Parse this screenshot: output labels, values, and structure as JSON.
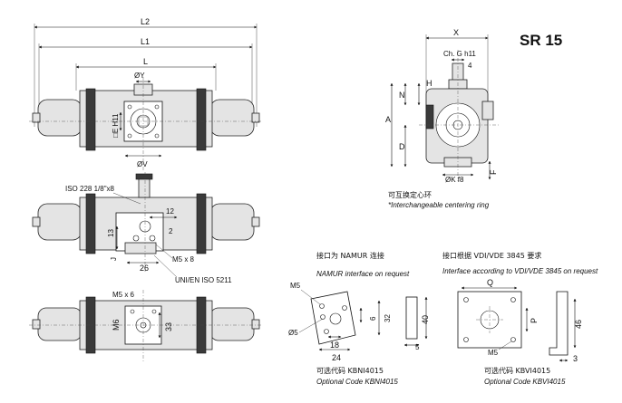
{
  "title": "SR 15",
  "dims": {
    "L2": "L2",
    "L1": "L1",
    "L": "L",
    "OY": "ØY",
    "E_H11": "□E H11",
    "OV": "ØV",
    "iso228": "ISO 228 1/8\"x8",
    "d12": "12",
    "d2": "2",
    "d13": "13",
    "J": "J",
    "d26": "26",
    "M5x8": "M5 x 8",
    "uni_en": "UNI/EN ISO 5211",
    "M5x6": "M5 x 6",
    "M6": "M6",
    "d33": "33",
    "X": "X",
    "ChG": "Ch. G h11",
    "d4": "4",
    "N": "N",
    "H": "H",
    "A": "A",
    "D": "D",
    "OK_f8": "ØK f8",
    "F": "F"
  },
  "centering": {
    "cn": "可互换定心环",
    "en": "*Interchangeable centering ring"
  },
  "namur": {
    "cn": "接口为 NAMUR 连接",
    "en": "NAMUR interface on request",
    "M5": "M5",
    "O5": "Ø5",
    "d6": "6",
    "d32": "32",
    "d40": "40",
    "d18": "18",
    "d24": "24",
    "d5": "5",
    "code_cn": "可选代码 KBNI4015",
    "code_en": "Optional Code KBNI4015"
  },
  "vdi": {
    "cn": "接口根据 VDI/VDE 3845 要求",
    "en": "Interface according to VDI/VDE 3845 on request",
    "Q": "Q",
    "P": "P",
    "d46": "46",
    "M5": "M5",
    "d3": "3",
    "code_cn": "可选代码 KBVI4015",
    "code_en": "Optional Code KBVI4015"
  }
}
